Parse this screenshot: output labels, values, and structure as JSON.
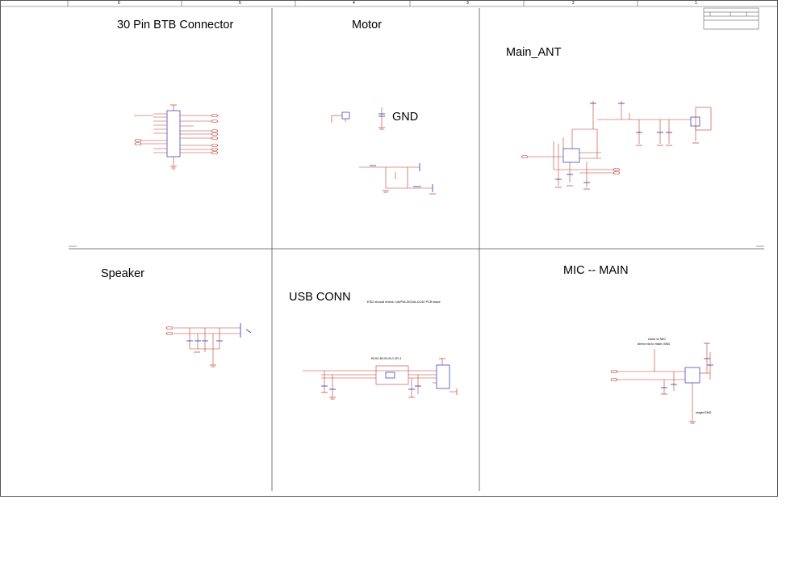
{
  "sheet": {
    "zone_labels": [
      "6",
      "5",
      "4",
      "3",
      "2",
      "1"
    ]
  },
  "sections": {
    "btb": "30 Pin BTB Connector",
    "motor": "Motor",
    "gnd": "GND",
    "main_ant": "Main_ANT",
    "speaker": "Speaker",
    "usb": "USB CONN",
    "mic": "MIC -- MAIN"
  },
  "notes": {
    "usb_esd": "ESD should check: UAP06-0010A-D142 PCB trace",
    "usb_part": "B102-B102-B-0-1R-1",
    "mic_close": "close to MIC",
    "mic_direct": "direct via to main GND",
    "mic_single": "singleGND"
  },
  "colors": {
    "wire": "#c0392b",
    "component": "#2b2fb8",
    "frame": "#555555",
    "net_label": "#c0392b"
  }
}
